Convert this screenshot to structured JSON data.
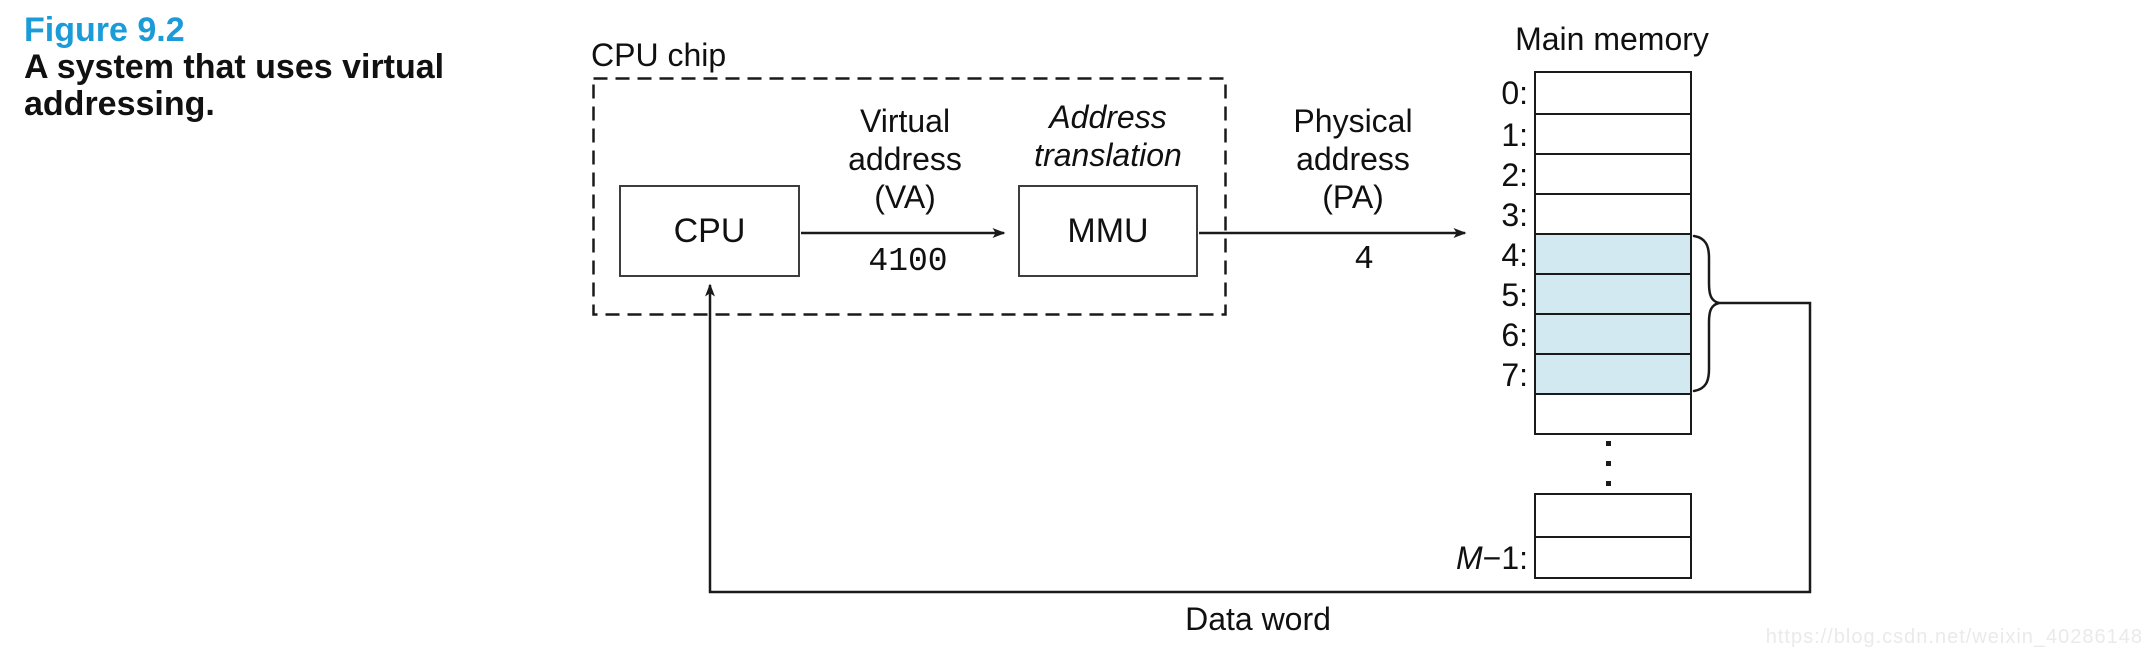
{
  "colors": {
    "figure_blue": "#1b9cd8",
    "highlight_blue": "#d2e9f2",
    "line_black": "#1a1a1a"
  },
  "caption": {
    "figure_label": "Figure 9.2",
    "title_line1": "A system that uses virtual",
    "title_line2": "addressing."
  },
  "cpu_chip": {
    "label": "CPU chip",
    "cpu_box_label": "CPU",
    "mmu_box_label": "MMU"
  },
  "arrows": {
    "virtual_address": {
      "label_lines": [
        "Virtual",
        "address",
        "(VA)"
      ],
      "value": "4100"
    },
    "address_translation": {
      "label_lines": [
        "Address",
        "translation"
      ]
    },
    "physical_address": {
      "label_lines": [
        "Physical",
        "address",
        "(PA)"
      ],
      "value": "4"
    },
    "data_word": {
      "label": "Data word"
    }
  },
  "main_memory": {
    "title": "Main memory",
    "cells": [
      {
        "label": "0:",
        "highlighted": false
      },
      {
        "label": "1:",
        "highlighted": false
      },
      {
        "label": "2:",
        "highlighted": false
      },
      {
        "label": "3:",
        "highlighted": false
      },
      {
        "label": "4:",
        "highlighted": true
      },
      {
        "label": "5:",
        "highlighted": true
      },
      {
        "label": "6:",
        "highlighted": true
      },
      {
        "label": "7:",
        "highlighted": true
      },
      {
        "label": "",
        "highlighted": false
      }
    ],
    "bottom_cells": [
      {
        "label": ""
      },
      {
        "label_var": "M",
        "label_suffix": "−1:"
      }
    ]
  },
  "watermark": "https://blog.csdn.net/weixin_40286148"
}
